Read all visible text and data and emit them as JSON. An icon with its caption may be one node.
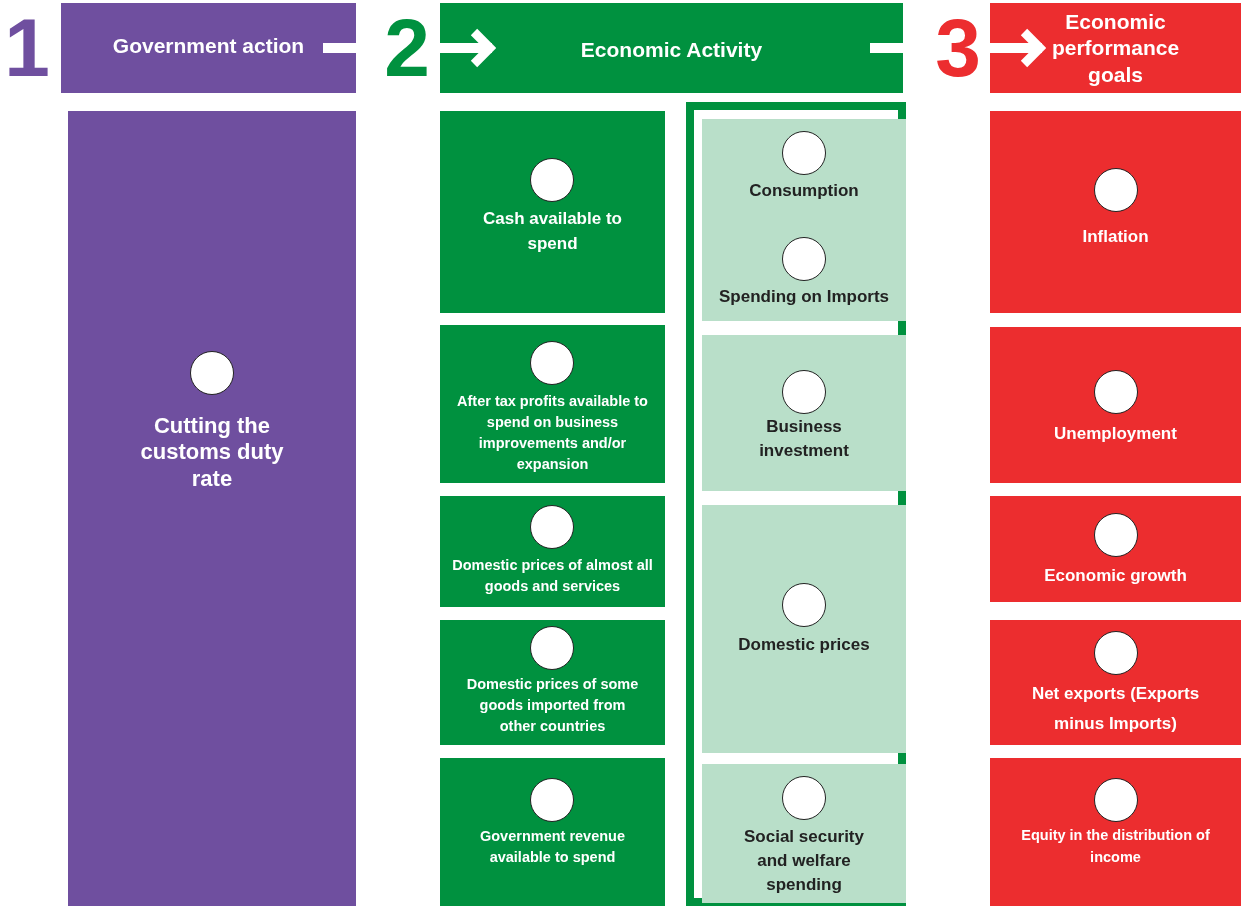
{
  "diagram": {
    "nodes": [
      {
        "text": [
          "Government action"
        ]
      },
      {
        "text": [
          "Cutting the customs duty rate"
        ]
      },
      {
        "text": [],
        "shape": "circle",
        "in": 1
      },
      {
        "text": [
          "Economic Activity"
        ]
      },
      {
        "text": [
          "Cash available to spend"
        ]
      },
      {
        "text": [],
        "shape": "circle",
        "in": 4
      },
      {
        "text": [
          "After tax profits available to spend on business improvements and/or expansion"
        ]
      },
      {
        "text": [],
        "shape": "circle",
        "in": 6
      },
      {
        "text": [
          "Domestic prices of almost all goods and services"
        ]
      },
      {
        "text": [],
        "shape": "circle",
        "in": 8
      },
      {
        "text": [
          "Domestic prices of some goods imported from other countries"
        ]
      },
      {
        "text": [],
        "shape": "circle",
        "in": 10
      },
      {
        "text": [
          "Government revenue available to spend"
        ]
      },
      {
        "text": [],
        "shape": "circle",
        "in": 12
      },
      {
        "text": [],
        "shape": "box"
      },
      {
        "text": [
          "Consumption",
          "Spending on Imports"
        ],
        "in": 14
      },
      {
        "text": [],
        "shape": "circle",
        "in": 15
      },
      {
        "text": [],
        "shape": "circle",
        "in": 15
      },
      {
        "text": [
          "Business investment"
        ],
        "in": 14
      },
      {
        "text": [],
        "shape": "circle",
        "in": 18
      },
      {
        "text": [
          "Domestic prices"
        ],
        "in": 14
      },
      {
        "text": [],
        "shape": "circle",
        "in": 20
      },
      {
        "text": [
          "Social security and welfare spending"
        ],
        "in": 14
      },
      {
        "text": [],
        "shape": "circle",
        "in": 22
      },
      {
        "text": [
          "Economic performance goals"
        ]
      },
      {
        "text": [
          "Inflation"
        ]
      },
      {
        "text": [],
        "shape": "circle",
        "in": 25
      },
      {
        "text": [
          "Unemployment"
        ]
      },
      {
        "text": [],
        "shape": "circle",
        "in": 27
      },
      {
        "text": [
          "Economic growth"
        ]
      },
      {
        "text": [],
        "shape": "circle",
        "in": 29
      },
      {
        "text": [
          "Net exports (Exports minus Imports)"
        ]
      },
      {
        "text": [],
        "shape": "circle",
        "in": 31
      },
      {
        "text": [
          "Equity in the distribution of income"
        ]
      },
      {
        "text": [],
        "shape": "circle",
        "in": 33
      }
    ],
    "edges": [
      {
        "from": 0,
        "to": 3,
        "arrow": "to"
      },
      {
        "from": 3,
        "to": 24,
        "arrow": "to"
      }
    ],
    "labels": [
      "1",
      "2",
      "3"
    ]
  }
}
